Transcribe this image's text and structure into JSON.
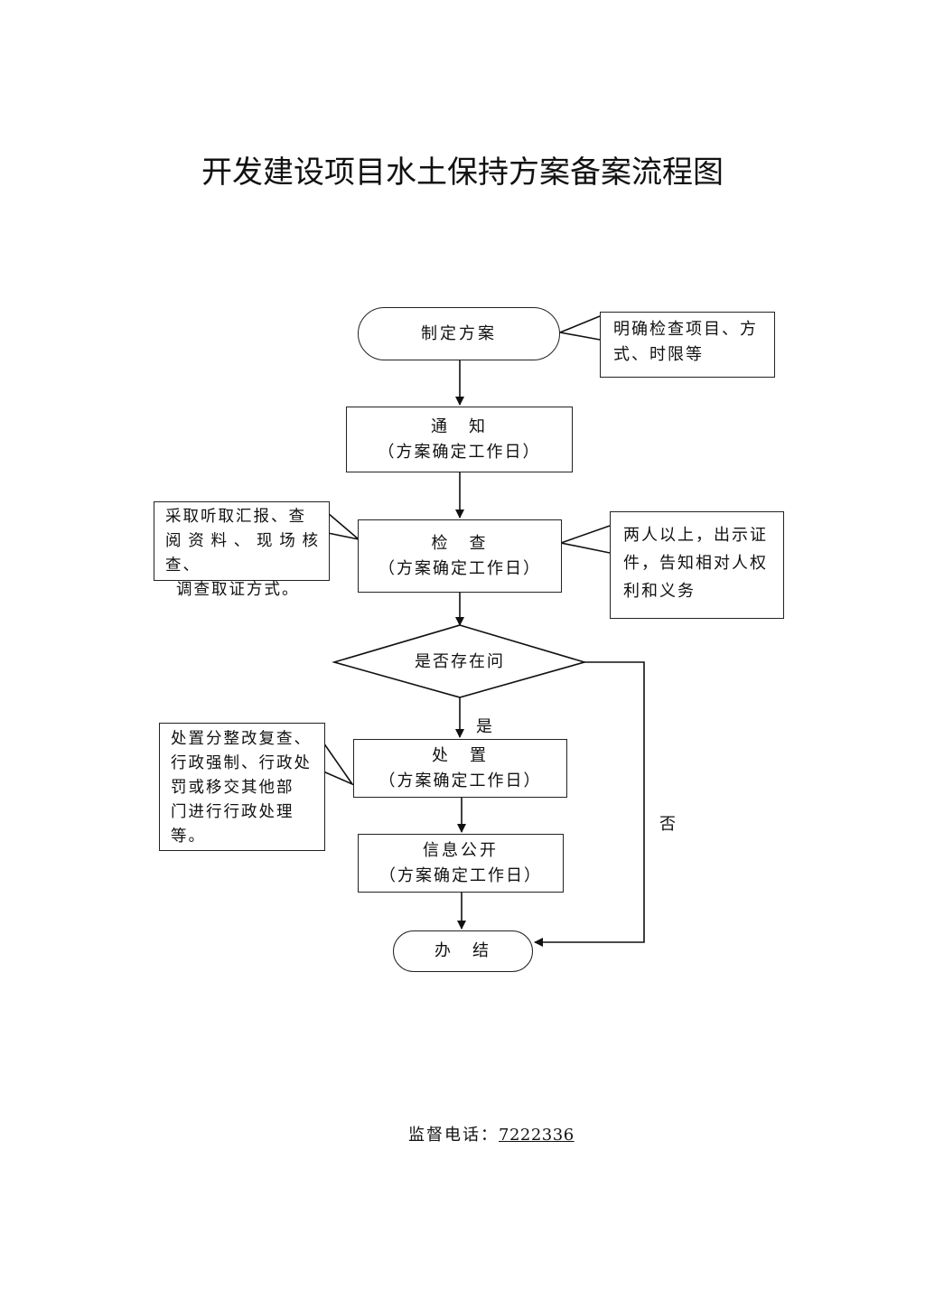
{
  "title": "开发建设项目水土保持方案备案流程图",
  "nodes": {
    "plan": "制定方案",
    "notify": {
      "line1": "通　知",
      "line2": "（方案确定工作日）"
    },
    "inspect": {
      "line1": "检　查",
      "line2": "（方案确定工作日）"
    },
    "decision": "是否存在问",
    "handle": {
      "line1": "处　置",
      "line2": "（方案确定工作日）"
    },
    "publish": {
      "line1": "信息公开",
      "line2": "（方案确定工作日）"
    },
    "finish": "办　结"
  },
  "notes": {
    "plan_note": [
      "明确检查项目、方",
      "式、时限等"
    ],
    "inspect_left": [
      "采取听取汇报、查",
      "阅资料、现场核查、",
      "调查取证方式。"
    ],
    "inspect_right": [
      "两人以上，出示证",
      "件，告知相对人权",
      "利和义务"
    ],
    "handle_note": [
      "处置分整改复查、",
      "行政强制、行政处",
      "罚或移交其他部",
      "门进行行政处理",
      "等。"
    ]
  },
  "branch_labels": {
    "yes": "是",
    "no": "否"
  },
  "footer": {
    "label": "监督电话：",
    "phone": "7222336"
  }
}
